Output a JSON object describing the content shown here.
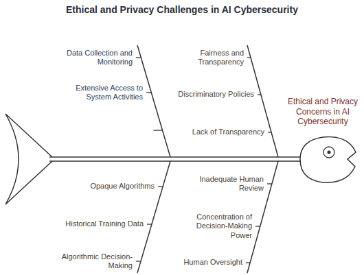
{
  "diagram": {
    "title": "Ethical and Privacy Challenges in AI Cybersecurity",
    "labels": [
      "Data Collection and Monitoring",
      "Extensive Access to System Activities",
      "Fairness and Transparency",
      "Discriminatory Policies",
      "Lack of Transparency",
      "Ethical and Privacy Concerns in AI Cybersecurity",
      "Opaque Algorithms",
      "Historical Training Data",
      "Algorithmic Decision-Making",
      "Inadequate Human Review",
      "Concentration of Decision-Making Power",
      "Human Oversight"
    ]
  }
}
